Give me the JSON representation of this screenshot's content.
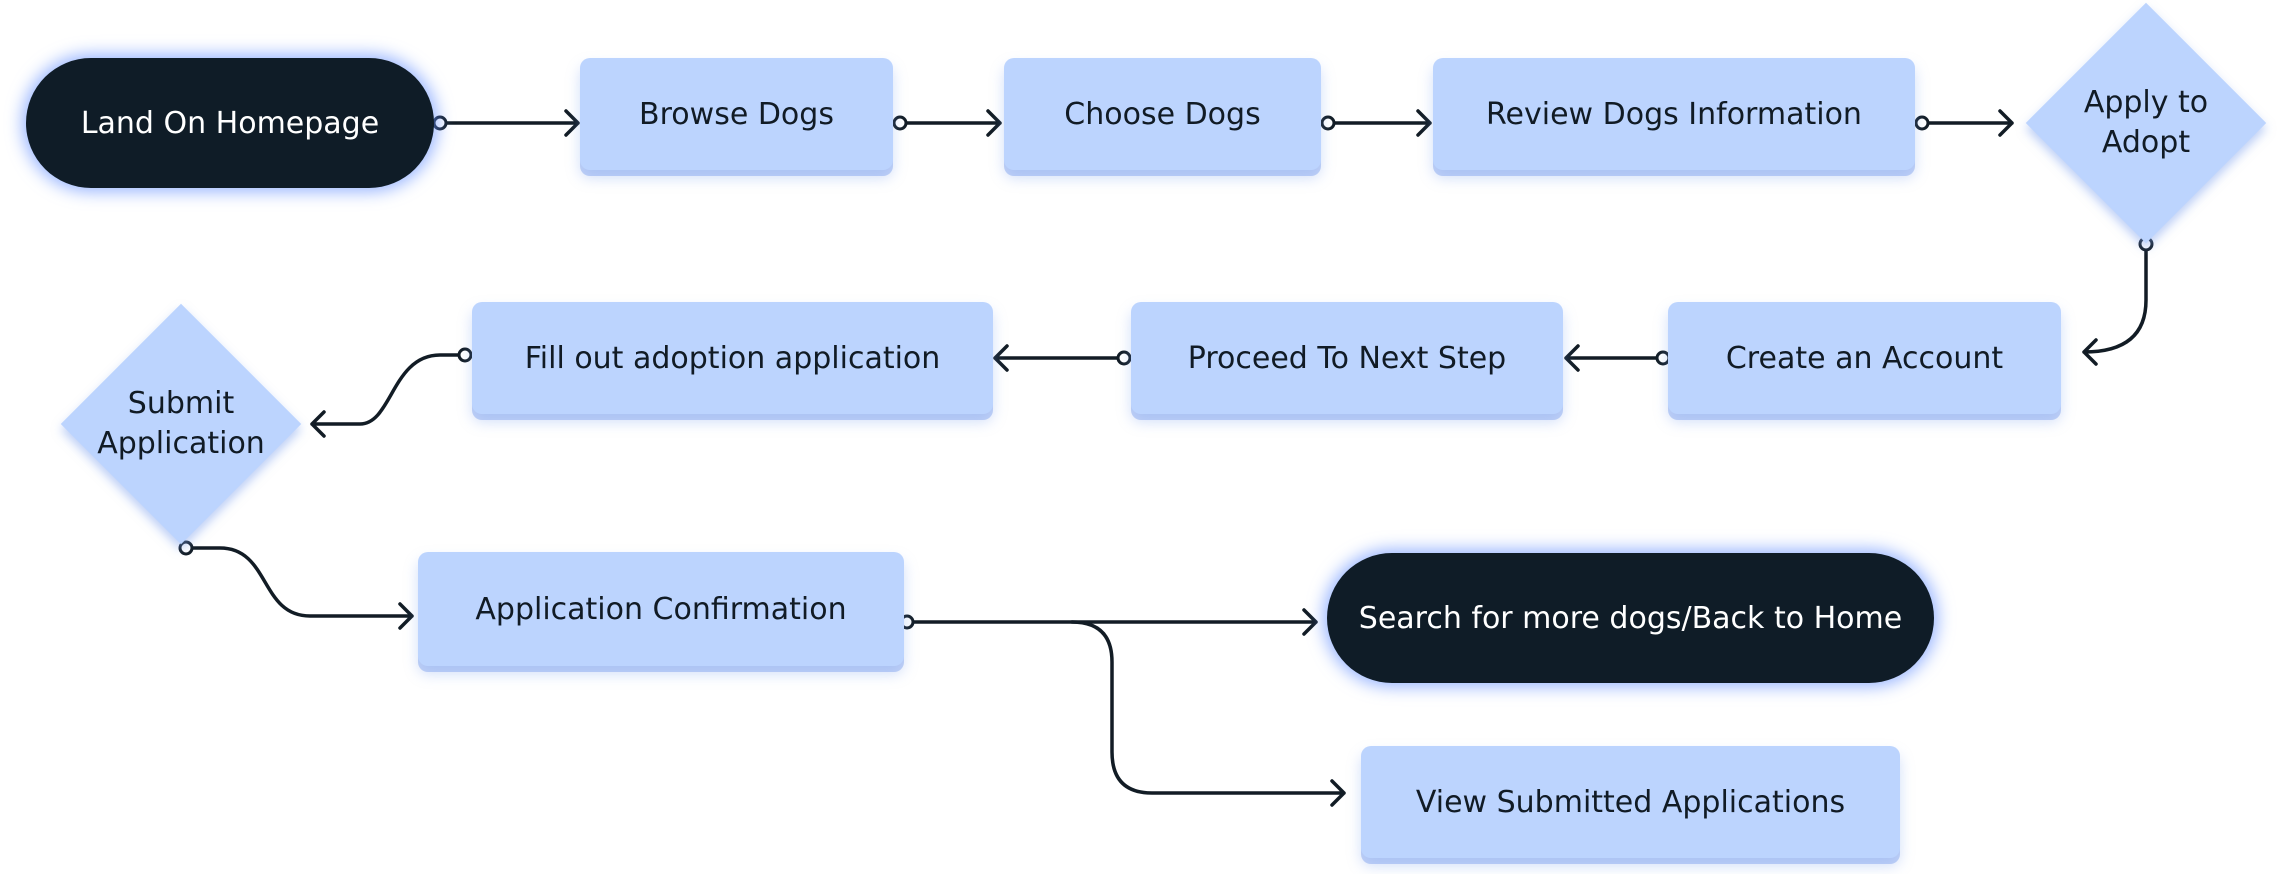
{
  "colors": {
    "step_fill": "#bcd4fe",
    "terminal_fill": "#0f1c27",
    "terminal_glow": "#6691ff",
    "connector": "#121c25"
  },
  "nodes": {
    "land_on_homepage": "Land On Homepage",
    "browse_dogs": "Browse Dogs",
    "choose_dogs": "Choose Dogs",
    "review_dogs_information": "Review Dogs Information",
    "apply_to_adopt": "Apply to\nAdopt",
    "create_an_account": "Create an Account",
    "proceed_to_next_step": "Proceed To Next Step",
    "fill_out_adoption_application": "Fill out adoption application",
    "submit_application": "Submit\nApplication",
    "application_confirmation": "Application Confirmation",
    "search_more_dogs_back_home": "Search for more dogs/Back to Home",
    "view_submitted_applications": "View Submitted Applications"
  }
}
